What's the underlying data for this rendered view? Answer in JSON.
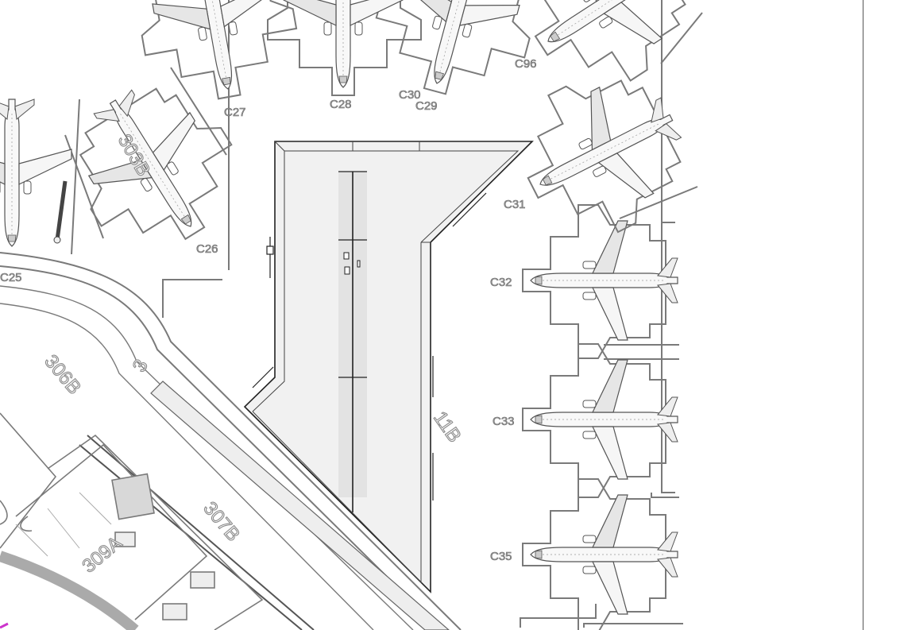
{
  "map": {
    "gate_labels": [
      "C26",
      "C27",
      "C28",
      "C29",
      "C30",
      "C31",
      "C32",
      "C33",
      "C35",
      "C25",
      "C96"
    ],
    "stand_labels": [
      "303B",
      "306B",
      "307B",
      "309A",
      "11B",
      "3"
    ]
  },
  "colors": {
    "building_fill": "#f1f1f1",
    "outline": "#7a7a7a",
    "aircraft_fill": "#f8f8f8",
    "accent": "#cc33cc"
  }
}
